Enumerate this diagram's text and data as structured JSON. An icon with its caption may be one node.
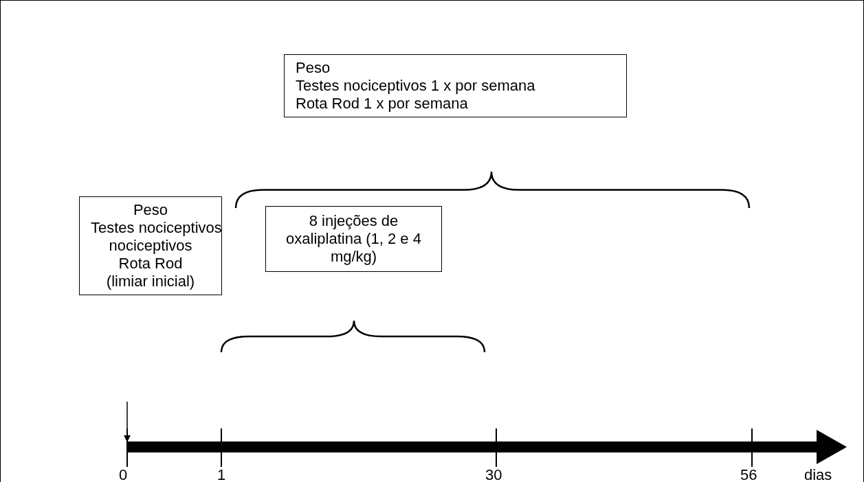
{
  "diagram": {
    "nodes": [
      {
        "text": [
          "Peso",
          "Testes nociceptivos",
          "nociceptivos",
          "Rota Rod",
          "(limiar inicial)"
        ]
      },
      {
        "text": [
          "Peso",
          "Testes nociceptivos 1 x por semana",
          "Rota Rod 1 x por semana"
        ]
      },
      {
        "text": [
          "8 injeções de oxaliplatina (1, 2 e 4 mg/kg)"
        ]
      },
      {
        "text": [],
        "shape": "bar"
      }
    ],
    "edges": [
      {
        "from": null,
        "to": 3,
        "arrow": "to"
      }
    ],
    "labels": [
      "0",
      "1",
      "30",
      "56",
      "dias"
    ]
  }
}
